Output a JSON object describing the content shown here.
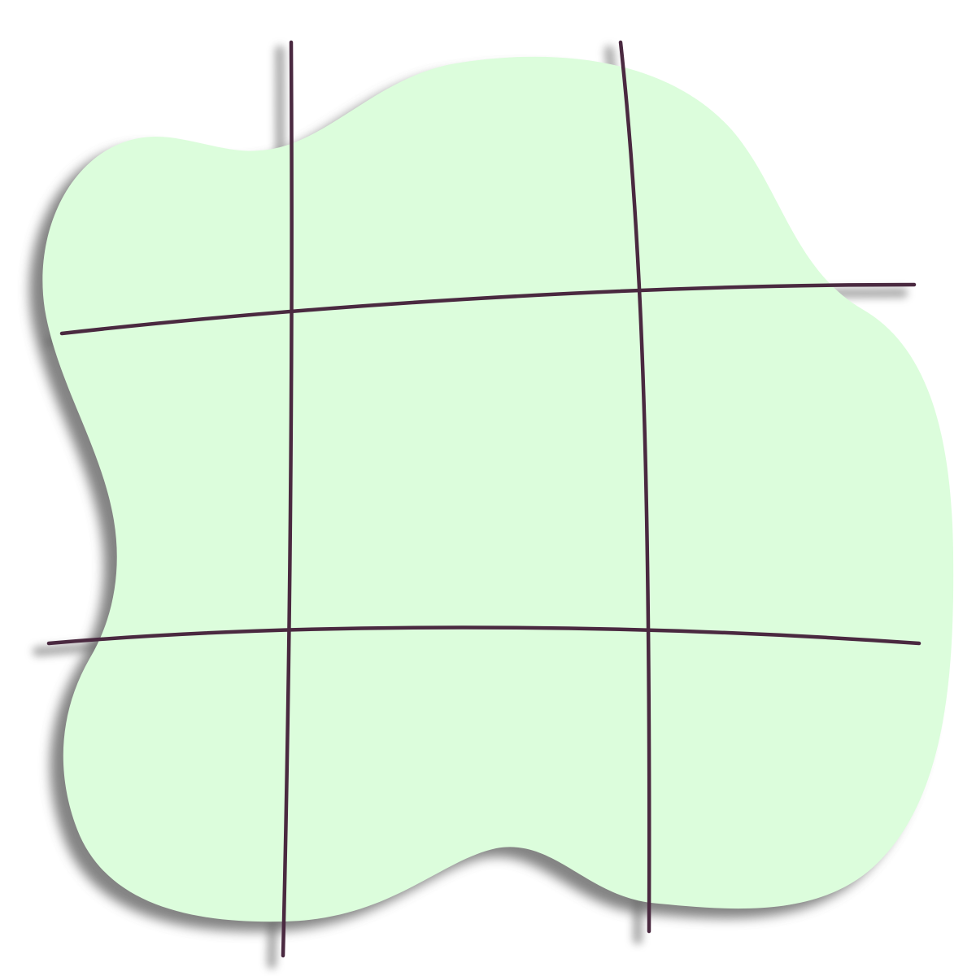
{
  "game": {
    "type": "tic-tac-toe",
    "grid": {
      "rows": 3,
      "cols": 3
    },
    "cells": [
      [
        "",
        "",
        ""
      ],
      [
        "",
        "",
        ""
      ],
      [
        "",
        "",
        ""
      ]
    ]
  },
  "colors": {
    "board_fill": "#dcfddc",
    "board_shadow": "#5a5a5a",
    "grid_line": "#4a2940",
    "background": "#ffffff"
  }
}
